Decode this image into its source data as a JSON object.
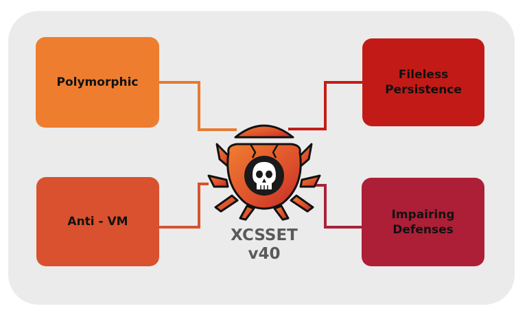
{
  "diagram": {
    "boxes": {
      "polymorphic": {
        "label": "Polymorphic",
        "color": "#ee7d2f"
      },
      "fileless": {
        "label": "Fileless\nPersistence",
        "color": "#c21b17"
      },
      "antivm": {
        "label": "Anti - VM",
        "color": "#d9512e"
      },
      "impairing": {
        "label": "Impairing\nDefenses",
        "color": "#ad1f37"
      }
    },
    "center": {
      "name": "XCSSET",
      "version": "v40",
      "icon": "bug-skull-icon"
    },
    "colors": {
      "panel": "#ebebeb",
      "connector_polymorphic": "#e77a2f",
      "connector_fileless": "#c21e17",
      "connector_antivm": "#d65230",
      "connector_impairing": "#a92238",
      "center_text": "#5a5a5a"
    }
  }
}
